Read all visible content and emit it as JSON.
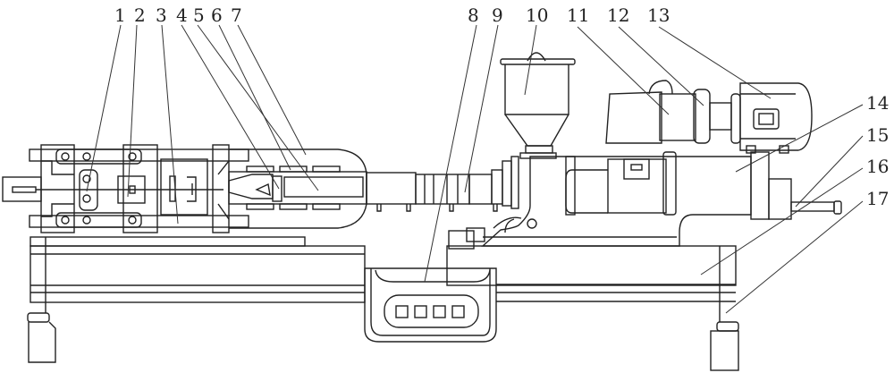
{
  "figure": {
    "labels": [
      "1",
      "2",
      "3",
      "4",
      "5",
      "6",
      "7",
      "8",
      "9",
      "10",
      "11",
      "12",
      "13",
      "14",
      "15",
      "16",
      "17"
    ],
    "stroke_color": "#222222",
    "background": "#ffffff"
  }
}
